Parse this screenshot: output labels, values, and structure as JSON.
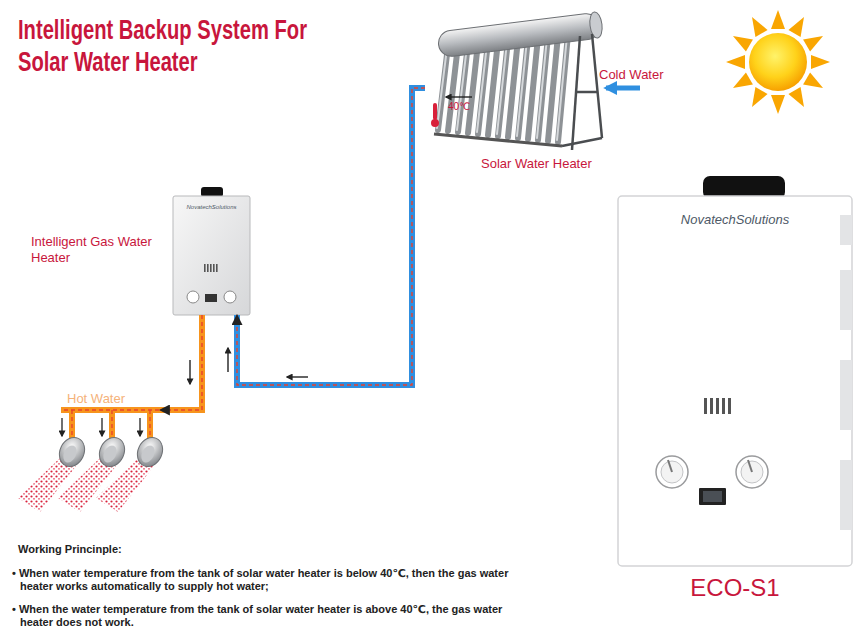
{
  "diagram": {
    "title": "Intelligent Backup System For Solar Water Heater",
    "nodes": [
      {
        "text": [
          "Solar Water Heater"
        ]
      },
      {
        "text": [
          "Intelligent Gas Water Heater",
          "NovatechSolutions"
        ]
      },
      {
        "text": [
          "Hot Water"
        ]
      },
      {
        "text": [
          "NovatechSolutions",
          "ECO-S1"
        ]
      }
    ],
    "edges": [
      {
        "from": 0,
        "to": 1,
        "arrow": "to"
      },
      {
        "from": 1,
        "to": 2,
        "arrow": "to"
      }
    ],
    "labels": [
      "Cold Water",
      "40℃",
      "Working Princinple:",
      "• When water temperature from the tank of solar water heater is below 40℃, then the gas water heater works automatically to supply hot water;",
      "• When the water temperature from the tank of solar water heater is above 40℃, the gas water heater does not work."
    ]
  }
}
